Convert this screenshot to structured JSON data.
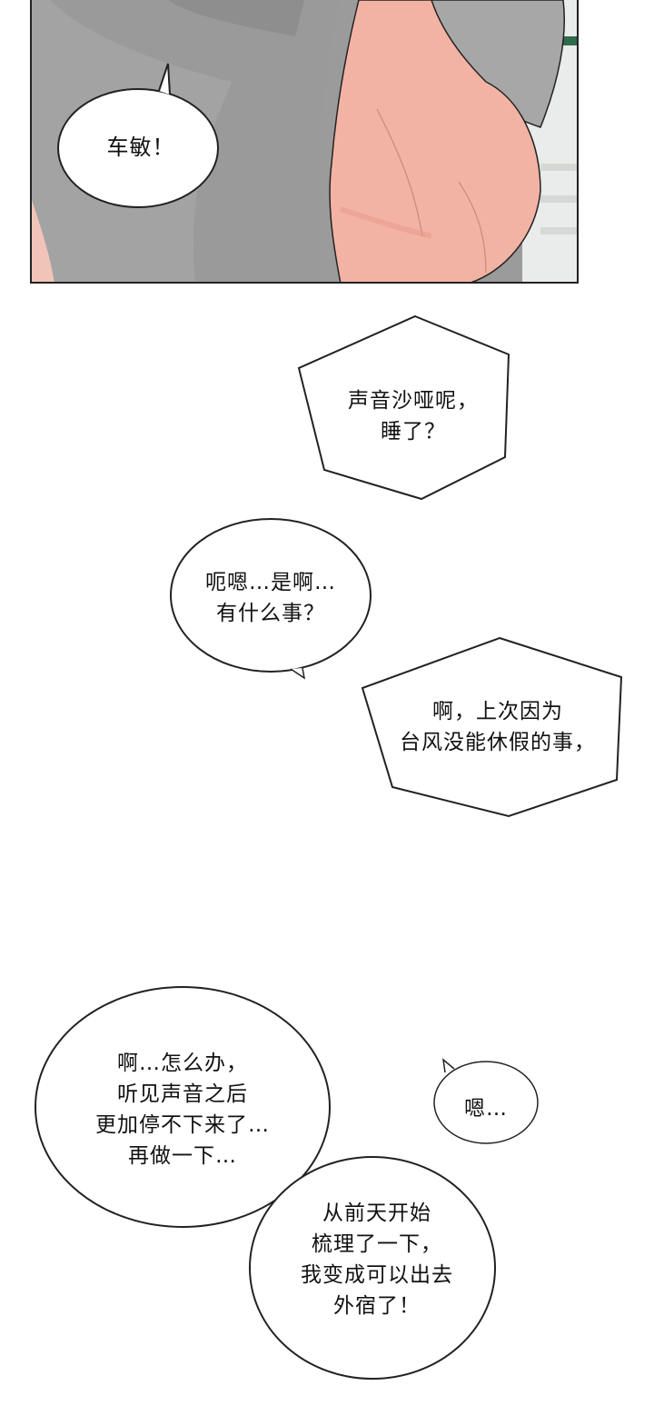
{
  "panel": {
    "bubble": "车敏！"
  },
  "bubbles": {
    "hexagon_1": "声音沙哑呢，\n睡了？",
    "oval_1": "呃嗯…是啊…\n有什么事？",
    "hexagon_2": "啊，上次因为\n台风没能休假的事，",
    "circle_left": "啊…怎么办，\n听见声音之后\n更加停不下来了…\n再做一下…",
    "small_oval": "嗯…",
    "circle_right": "从前天开始\n梳理了一下，\n我变成可以出去\n外宿了！"
  },
  "colors": {
    "shirt_gray": "#9a9a9a",
    "skin": "#f2b7a8",
    "outline": "#222222"
  }
}
